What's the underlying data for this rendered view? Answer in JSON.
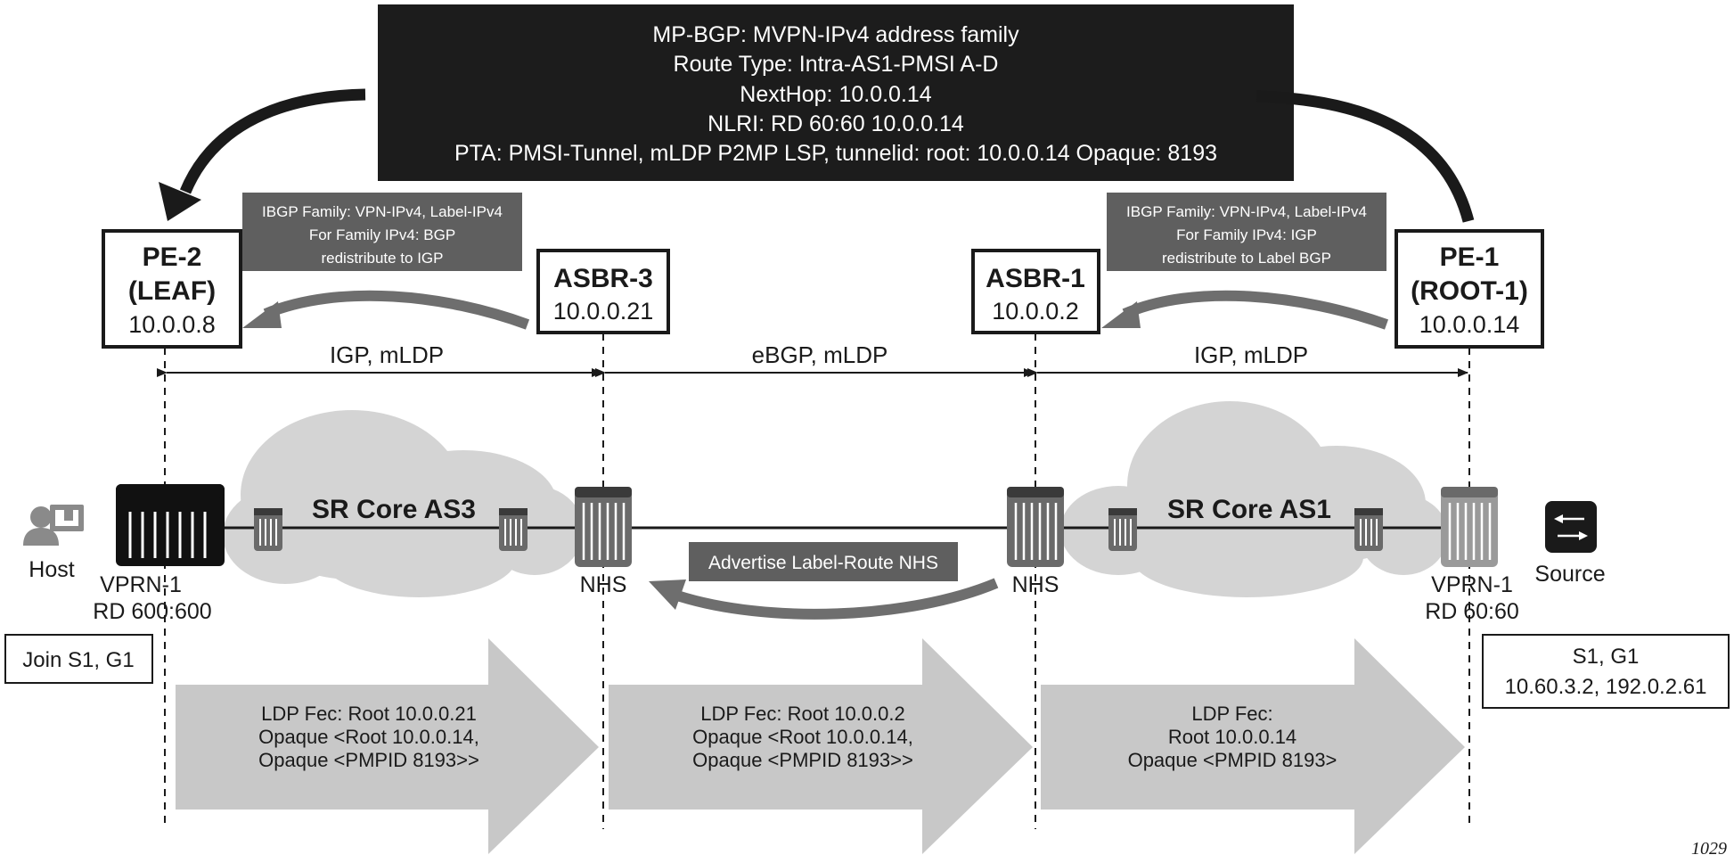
{
  "bgp_box": {
    "lines": [
      "MP-BGP: MVPN-IPv4 address family",
      "Route Type: Intra-AS1-PMSI A-D",
      "NextHop: 10.0.0.14",
      "NLRI: RD 60:60 10.0.0.14",
      "PTA: PMSI-Tunnel, mLDP P2MP LSP, tunnelid: root: 10.0.0.14 Opaque: 8193"
    ]
  },
  "ibgp_left": {
    "lines": [
      "IBGP Family: VPN-IPv4, Label-IPv4",
      "For Family IPv4: BGP",
      "redistribute to IGP"
    ]
  },
  "ibgp_right": {
    "lines": [
      "IBGP Family: VPN-IPv4, Label-IPv4",
      "For Family IPv4: IGP",
      "redistribute to Label BGP"
    ]
  },
  "nodes": {
    "pe2": {
      "name_line1": "PE-2",
      "name_line2": "(LEAF)",
      "ip": "10.0.0.8"
    },
    "asbr3": {
      "name": "ASBR-3",
      "ip": "10.0.0.21"
    },
    "asbr1": {
      "name": "ASBR-1",
      "ip": "10.0.0.2"
    },
    "pe1": {
      "name_line1": "PE-1",
      "name_line2": "(ROOT-1)",
      "ip": "10.0.0.14"
    }
  },
  "segments": {
    "left": "IGP, mLDP",
    "middle": "eBGP, mLDP",
    "right": "IGP, mLDP"
  },
  "clouds": {
    "as3": "SR Core AS3",
    "as1": "SR Core AS1"
  },
  "labels": {
    "host": "Host",
    "source": "Source",
    "vprn_left_1": "VPRN-1",
    "vprn_left_2": "RD 600:600",
    "vprn_right_1": "VPRN-1",
    "vprn_right_2": "RD 60:60",
    "nhs_left": "NHS",
    "nhs_right": "NHS",
    "advertise": "Advertise Label-Route NHS"
  },
  "join_box": "Join S1, G1",
  "sg_box": {
    "line1": "S1, G1",
    "line2": "10.60.3.2, 192.0.2.61"
  },
  "fec": {
    "left": [
      "LDP Fec: Root 10.0.0.21",
      "Opaque <Root 10.0.0.14,",
      "Opaque <PMPID 8193>>"
    ],
    "middle": [
      "LDP Fec: Root 10.0.0.2",
      "Opaque <Root 10.0.0.14,",
      "Opaque <PMPID 8193>>"
    ],
    "right": [
      "LDP Fec:",
      "Root 10.0.0.14",
      "Opaque <PMPID 8193>"
    ]
  },
  "figure_number": "1029",
  "colors": {
    "dark_box": "#1c1c1c",
    "mid_box": "#5f5f5f",
    "arrow_gray": "#6e6e6e",
    "light_fill": "#c8c8c8",
    "cloud": "#d4d4d4"
  }
}
